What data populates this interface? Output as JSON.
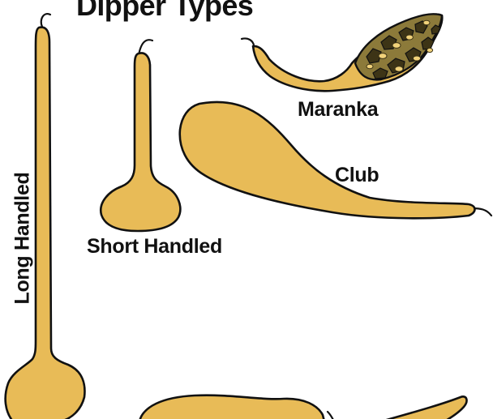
{
  "title": "Dipper Types",
  "labels": {
    "maranka": "Maranka",
    "club": "Club",
    "short_handled": "Short Handled",
    "long_handled": "Long Handled"
  },
  "colors": {
    "gourd_fill": "#e8bb57",
    "outline": "#111111",
    "texture_dark": "#3d3416",
    "texture_olive": "#8c7a3a",
    "background": "#ffffff"
  }
}
